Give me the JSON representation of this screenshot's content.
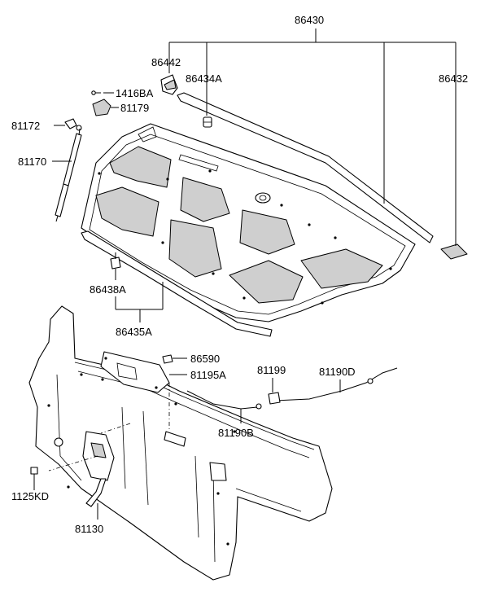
{
  "labels": {
    "p86430": "86430",
    "p86442": "86442",
    "p86434A": "86434A",
    "p86432": "86432",
    "p1416BA": "1416BA",
    "p81179": "81179",
    "p81172": "81172",
    "p81170": "81170",
    "p86438A": "86438A",
    "p86435A": "86435A",
    "p86590": "86590",
    "p81195A": "81195A",
    "p81199": "81199",
    "p81190D": "81190D",
    "p81190B": "81190B",
    "p1125KD": "1125KD",
    "p81130": "81130"
  }
}
